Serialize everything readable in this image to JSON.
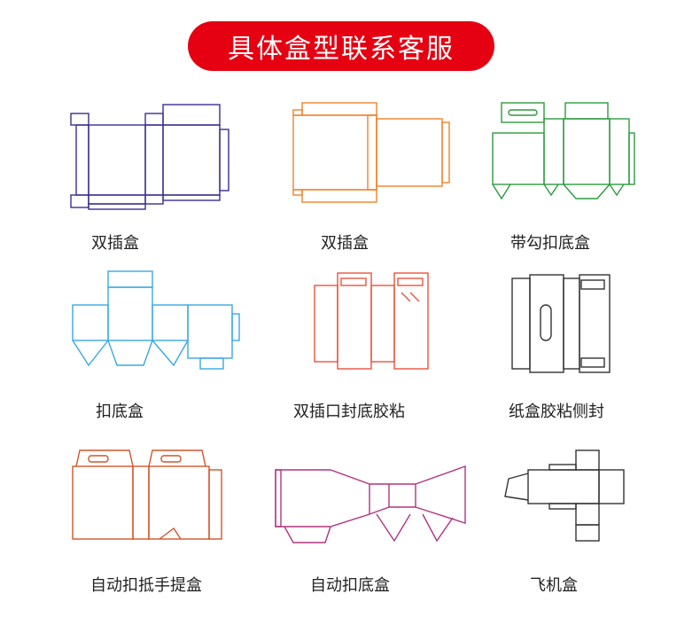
{
  "banner": {
    "title": "具体盒型联系客服",
    "color": "#e50012"
  },
  "boxes": [
    {
      "label": "双插盒",
      "color": "#3a2f8f"
    },
    {
      "label": "双插盒",
      "color": "#f0832a"
    },
    {
      "label": "带勾扣底盒",
      "color": "#2e9a3e"
    },
    {
      "label": "扣底盒",
      "color": "#3aa9e0"
    },
    {
      "label": "双插口封底胶粘",
      "color": "#e8543c"
    },
    {
      "label": "纸盒胶粘侧封",
      "color": "#333333"
    },
    {
      "label": "自动扣抵手提盒",
      "color": "#d2552a"
    },
    {
      "label": "自动扣底盒",
      "color": "#b0357f"
    },
    {
      "label": "飞机盒",
      "color": "#333333"
    }
  ]
}
